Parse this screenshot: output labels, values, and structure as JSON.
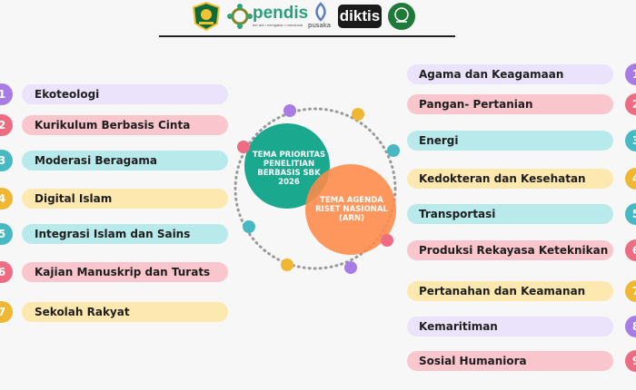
{
  "header": {
    "logo_pendis": "pendis",
    "logo_pendis_tagline": "ber arti • mengakar • mendunia",
    "logo_pusaka": "pusaka",
    "logo_diktis": "diktis"
  },
  "center": {
    "circle_green_text": "TEMA PRIORITAS PENELITIAN BERBASIS SBK 2026",
    "circle_orange_text": "TEMA AGENDA RISET NASIONAL (ARN)"
  },
  "left_items": [
    {
      "num": "1",
      "label": "Ekoteologi",
      "color": "purple"
    },
    {
      "num": "2",
      "label": "Kurikulum Berbasis Cinta",
      "color": "pink"
    },
    {
      "num": "3",
      "label": "Moderasi Beragama",
      "color": "teal"
    },
    {
      "num": "4",
      "label": "Digital Islam",
      "color": "yellow"
    },
    {
      "num": "5",
      "label": "Integrasi Islam dan Sains",
      "color": "teal"
    },
    {
      "num": "6",
      "label": "Kajian Manuskrip dan Turats",
      "color": "pink"
    },
    {
      "num": "7",
      "label": "Sekolah Rakyat",
      "color": "yellow"
    }
  ],
  "right_items": [
    {
      "num": "1",
      "label": "Agama dan Keagamaan",
      "color": "purple"
    },
    {
      "num": "2",
      "label": "Pangan- Pertanian",
      "color": "pink"
    },
    {
      "num": "3",
      "label": "Energi",
      "color": "teal"
    },
    {
      "num": "4",
      "label": "Kedokteran dan Kesehatan",
      "color": "yellow"
    },
    {
      "num": "5",
      "label": "Transportasi",
      "color": "teal"
    },
    {
      "num": "6",
      "label": "Produksi Rekayasa Keteknikan",
      "color": "pink"
    },
    {
      "num": "7",
      "label": "Pertanahan dan Keamanan",
      "color": "yellow"
    },
    {
      "num": "8",
      "label": "Kemaritiman",
      "color": "purple"
    },
    {
      "num": "9",
      "label": "Sosial Humaniora",
      "color": "pink"
    }
  ]
}
